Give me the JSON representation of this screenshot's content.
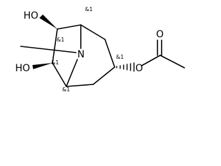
{
  "molecule": {
    "atom_labels": {
      "ho_top": "HO",
      "ho_bottom": "HO",
      "nitrogen": "N",
      "ester_oxygen": "O",
      "carbonyl_oxygen": "O"
    },
    "stereo_labels": {
      "c1": "&1",
      "c6": "&1",
      "c7": "&1",
      "c5": "&1",
      "c3": "&1"
    }
  }
}
